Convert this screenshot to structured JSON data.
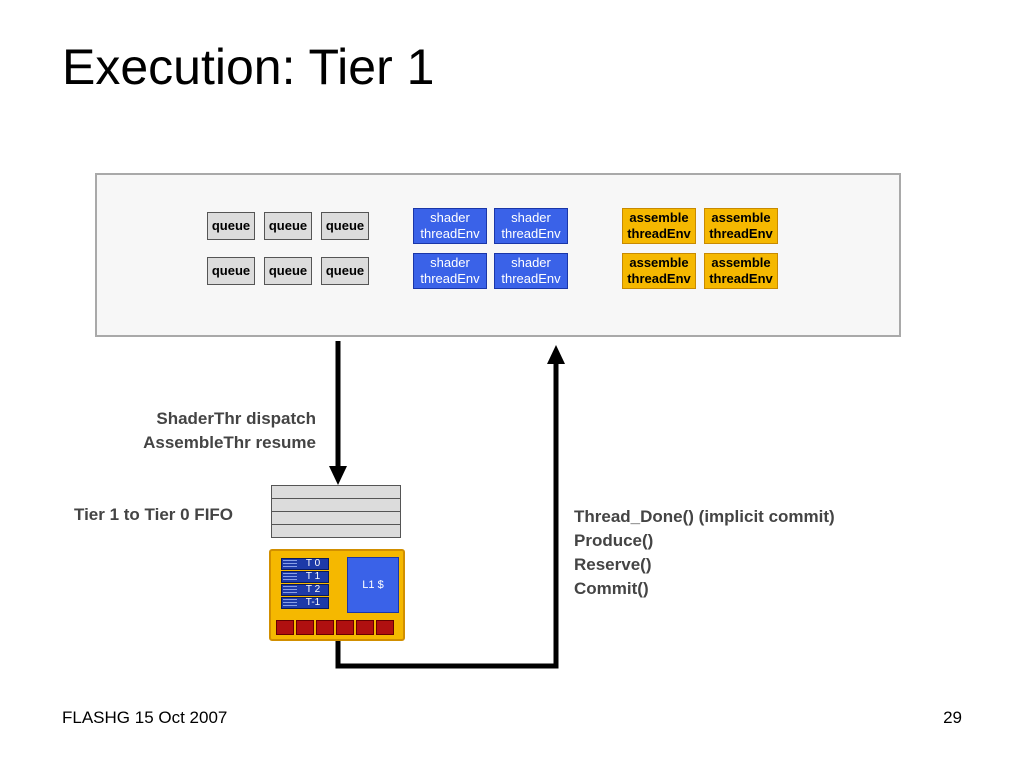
{
  "title": "Execution: Tier 1",
  "queues": [
    "queue",
    "queue",
    "queue",
    "queue",
    "queue",
    "queue"
  ],
  "shaders": [
    {
      "line1": "shader",
      "line2": "threadEnv"
    },
    {
      "line1": "shader",
      "line2": "threadEnv"
    },
    {
      "line1": "shader",
      "line2": "threadEnv"
    },
    {
      "line1": "shader",
      "line2": "threadEnv"
    }
  ],
  "assembles": [
    {
      "line1": "assemble",
      "line2": "threadEnv"
    },
    {
      "line1": "assemble",
      "line2": "threadEnv"
    },
    {
      "line1": "assemble",
      "line2": "threadEnv"
    },
    {
      "line1": "assemble",
      "line2": "threadEnv"
    }
  ],
  "dispatch_labels": [
    "ShaderThr dispatch",
    "AssembleThr resume"
  ],
  "fifo_label": "Tier 1 to Tier 0 FIFO",
  "return_labels": [
    "Thread_Done() (implicit commit)",
    "Produce()",
    "Reserve()",
    "Commit()"
  ],
  "core": {
    "threads": [
      "T 0",
      "T 1",
      "T 2",
      "T-1"
    ],
    "cache_label": "L1 $"
  },
  "footer": {
    "left": "FLASHG 15 Oct 2007",
    "right": "29"
  },
  "colors": {
    "shader": "#3a62e8",
    "assemble": "#f5b800",
    "queue": "#dcdcdc",
    "register": "#b01010"
  }
}
